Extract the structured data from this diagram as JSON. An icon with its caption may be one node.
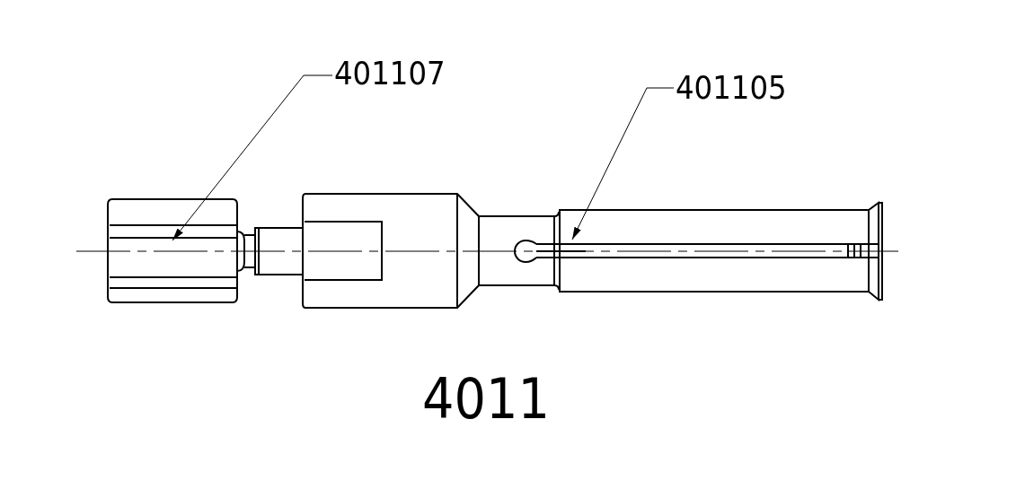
{
  "diagram": {
    "nodes": [
      {
        "text": [
          "401107"
        ]
      },
      {
        "text": [
          "401105"
        ]
      },
      {
        "text": [],
        "shape": "picture"
      },
      {
        "text": [],
        "shape": "picture"
      }
    ],
    "edges": [
      {
        "from": 0,
        "to": 2,
        "arrow": "to"
      },
      {
        "from": 1,
        "to": 3,
        "arrow": "to"
      }
    ],
    "labels": [
      "4011"
    ]
  }
}
